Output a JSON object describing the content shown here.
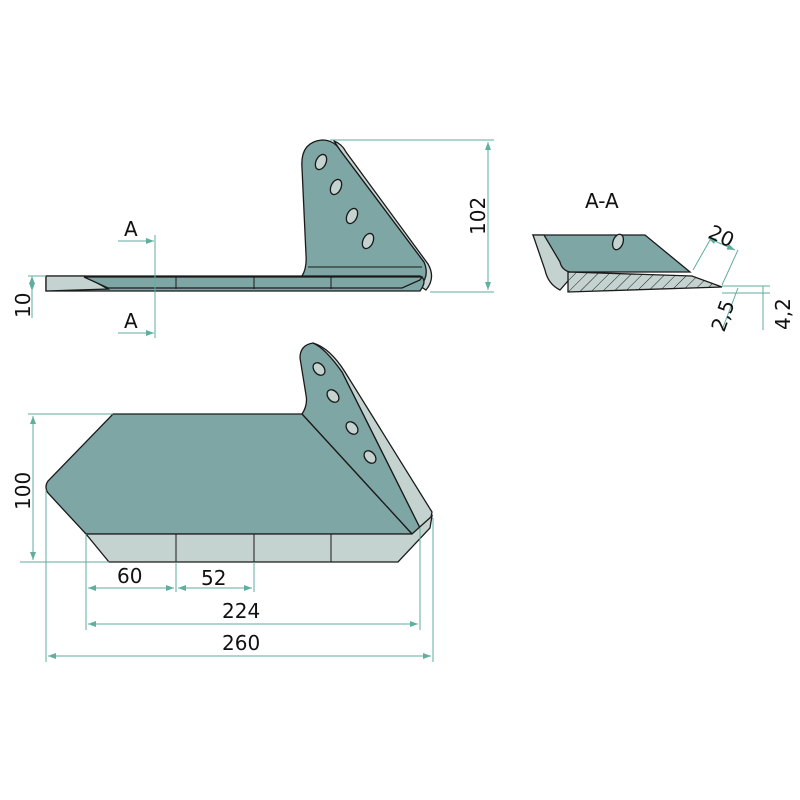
{
  "drawing": {
    "section_marks": {
      "top": "A",
      "bottom": "A"
    },
    "section_title": "A-A",
    "dimensions": {
      "side_thickness": "10",
      "side_height": "102",
      "section_width": "20",
      "section_edge": "2,5",
      "section_thickness": "4,2",
      "plan_height": "100",
      "segment_first": "60",
      "segment_second": "52",
      "blade_length": "224",
      "total_length": "260"
    }
  },
  "colors": {
    "plate": "#7ea6a5",
    "light": "#c4d3cf",
    "dimension": "#5fae9e"
  }
}
